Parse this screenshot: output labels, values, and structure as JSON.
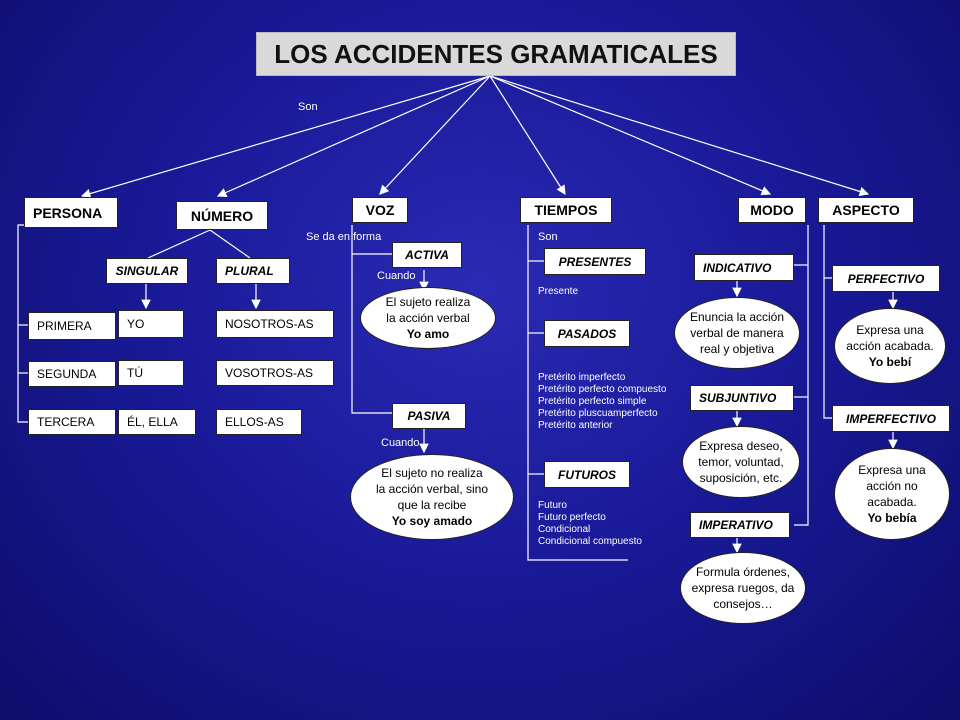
{
  "title": "LOS ACCIDENTES GRAMATICALES",
  "son_label": "Son",
  "categories": {
    "persona": "PERSONA",
    "numero": "NÚMERO",
    "voz": "VOZ",
    "tiempos": "TIEMPOS",
    "modo": "MODO",
    "aspecto": "ASPECTO"
  },
  "persona": {
    "items": [
      "PRIMERA",
      "SEGUNDA",
      "TERCERA"
    ]
  },
  "numero": {
    "singular": "SINGULAR",
    "plural": "PLURAL",
    "singular_items": [
      "YO",
      "TÚ",
      "ÉL, ELLA"
    ],
    "plural_items": [
      "NOSOTROS-AS",
      "VOSOTROS-AS",
      "ELLOS-AS"
    ]
  },
  "voz": {
    "label": "Se da en forma",
    "activa": "ACTIVA",
    "pasiva": "PASIVA",
    "cuando": "Cuando",
    "activa_desc": [
      "El sujeto realiza",
      "la acción verbal"
    ],
    "activa_example": "Yo amo",
    "pasiva_desc": [
      "El sujeto no realiza",
      "la acción verbal, sino",
      "que la recibe"
    ],
    "pasiva_example": "Yo soy amado"
  },
  "tiempos": {
    "label": "Son",
    "presentes": "PRESENTES",
    "presentes_items": [
      "Presente"
    ],
    "pasados": "PASADOS",
    "pasados_items": [
      "Pretérito imperfecto",
      "Pretérito perfecto compuesto",
      "Pretérito perfecto simple",
      "Pretérito pluscuamperfecto",
      "Pretérito anterior"
    ],
    "futuros": "FUTUROS",
    "futuros_items": [
      "Futuro",
      "Futuro perfecto",
      "Condicional",
      "Condicional compuesto"
    ]
  },
  "modo": {
    "indicativo": "INDICATIVO",
    "indicativo_desc": [
      "Enuncia la acción",
      "verbal de manera",
      "real y objetiva"
    ],
    "subjuntivo": "SUBJUNTIVO",
    "subjuntivo_desc": [
      "Expresa deseo,",
      "temor, voluntad,",
      "suposición, etc."
    ],
    "imperativo": "IMPERATIVO",
    "imperativo_desc": [
      "Formula órdenes,",
      "expresa ruegos, da",
      "consejos…"
    ]
  },
  "aspecto": {
    "perfectivo": "PERFECTIVO",
    "perfectivo_desc": [
      "Expresa una",
      "acción acabada."
    ],
    "perfectivo_example": "Yo bebí",
    "imperfectivo": "IMPERFECTIVO",
    "imperfectivo_desc": [
      "Expresa una",
      "acción no",
      "acabada."
    ],
    "imperfectivo_example": "Yo bebía"
  }
}
